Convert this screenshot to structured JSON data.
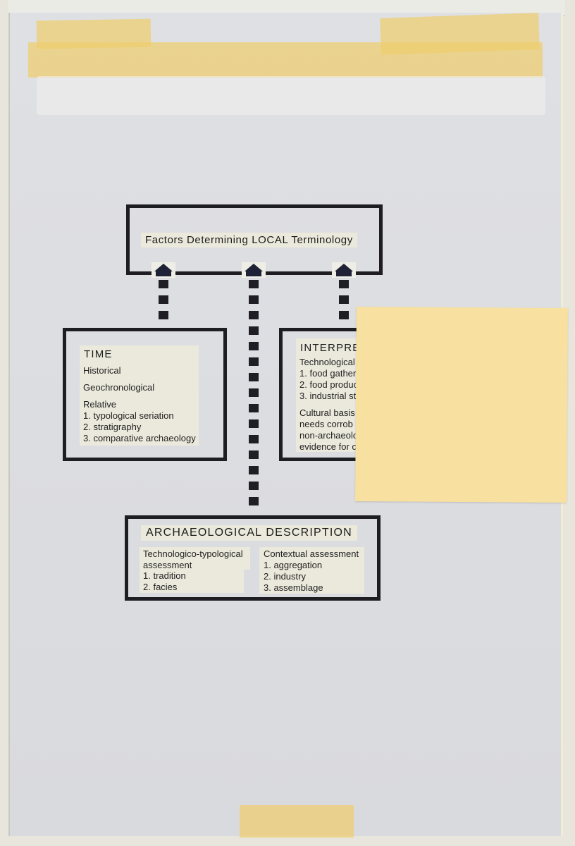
{
  "header": {
    "title": "Factors Determining LOCAL Terminology"
  },
  "time_box": {
    "title": "TIME",
    "items": [
      "Historical",
      "Geochronological"
    ],
    "relative_label": "Relative",
    "relative_items": [
      "1. typological seriation",
      "2. stratigraphy",
      "3. comparative archaeology"
    ]
  },
  "interpretation_box": {
    "title": "INTERPRE",
    "lines_a": [
      "Technological",
      "1. food gatheri",
      "2. food produc",
      "3. industrial st"
    ],
    "lines_b": [
      "Cultural basis",
      "needs  corrob",
      "non-archaeolo",
      "evidence for c"
    ]
  },
  "description_box": {
    "title": "ARCHAEOLOGICAL DESCRIPTION",
    "left_heading_1": "Technologico-typological",
    "left_heading_2": "assessment",
    "left_items": [
      "1. tradition",
      "2. facies"
    ],
    "right_heading": "Contextual assessment",
    "right_items": [
      "1. aggregation",
      "2. industry",
      "3. assemblage"
    ]
  },
  "colors": {
    "line": "#1e1e22",
    "label_bg": "#ebe9dc",
    "postit": "#f8e0a0",
    "tape": "#eecd6e"
  }
}
